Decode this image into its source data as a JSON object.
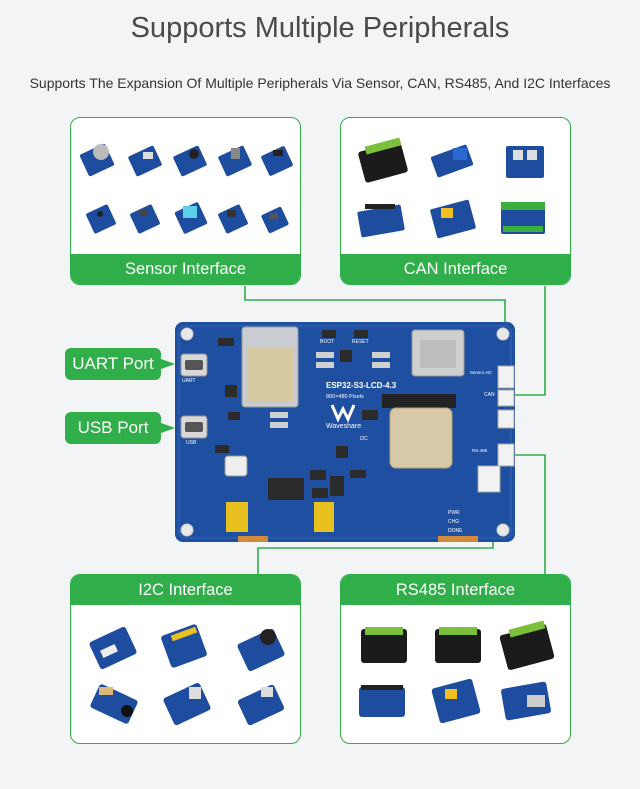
{
  "title": "Supports Multiple Peripherals",
  "subtitle": "Supports The Expansion Of Multiple Peripherals Via Sensor, CAN, RS485, And I2C Interfaces",
  "cards": {
    "sensor": "Sensor Interface",
    "can": "CAN Interface",
    "i2c": "I2C Interface",
    "rs485": "RS485 Interface"
  },
  "ports": {
    "uart": "UART Port",
    "usb": "USB Port"
  },
  "board": {
    "model": "ESP32-S3-LCD-4.3",
    "resolution": "800×480 Pixels",
    "brand": "Waveshare",
    "boot": "BOOT",
    "reset": "RESET",
    "uart_silk": "UART",
    "usb_silk": "USB",
    "can_silk": "CAN",
    "sensor_silk": "Sensor AD",
    "rs485_silk": "RS-485",
    "i2c_silk": "I2C",
    "pwr": "PWR",
    "chg": "CHG",
    "done": "DONE"
  },
  "colors": {
    "accent_green": "#2fae4a",
    "board_blue": "#1f4fa0",
    "background": "#f3f4f6"
  }
}
